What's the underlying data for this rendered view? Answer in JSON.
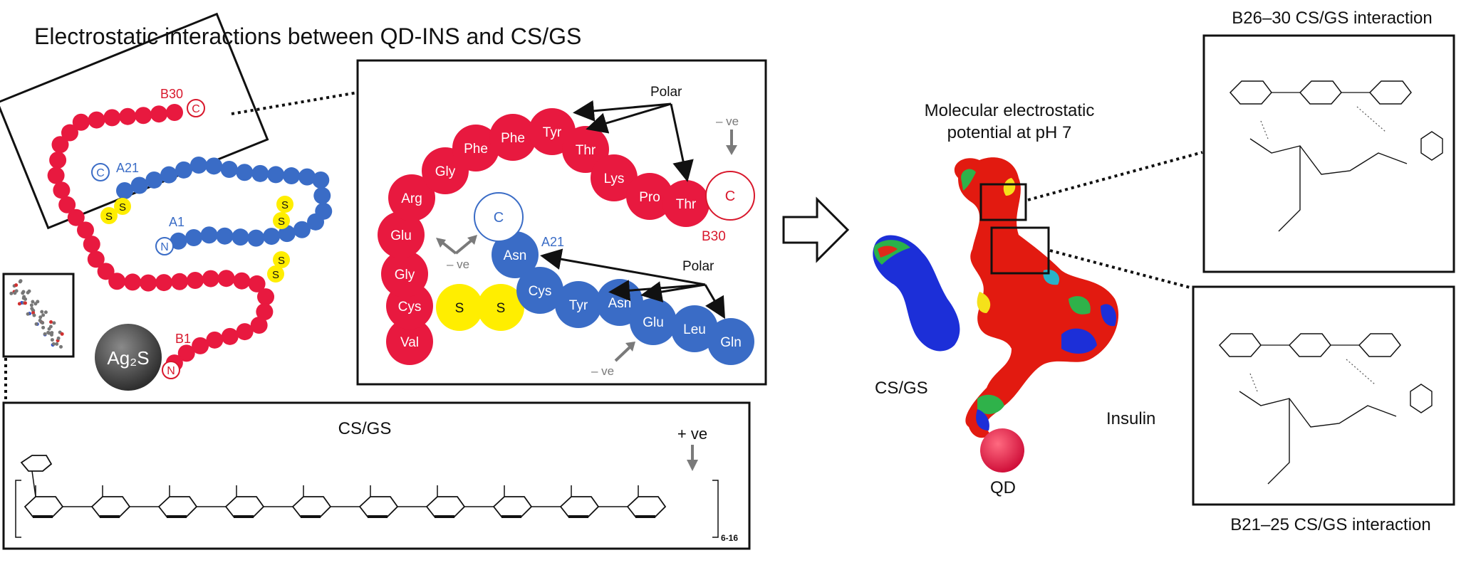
{
  "main_title": "Electrostatic interactions between QD-INS and CS/GS",
  "colors": {
    "red": "#e8193f",
    "blue": "#3a6cc6",
    "yellow": "#ffee00",
    "gray": "#7a7a7a",
    "labelblue": "#3a6cc6",
    "labelred": "#d8182c"
  },
  "overview": {
    "b30": "B30",
    "a21": "A21",
    "a1": "A1",
    "b1": "B1",
    "c": "C",
    "n": "N",
    "s": "S",
    "qd": "Ag₂S"
  },
  "zoom": {
    "polar_top": "Polar",
    "polar_bottom": "Polar",
    "neg_top": "– ve",
    "neg_left": "– ve",
    "neg_bottom": "– ve",
    "b30": "B30",
    "a21": "A21",
    "c": "C",
    "red_residues": [
      "Val",
      "Cys",
      "Gly",
      "Glu",
      "Arg",
      "Gly",
      "Phe",
      "Phe",
      "Tyr",
      "Thr",
      "Lys",
      "Pro",
      "Thr"
    ],
    "blue_residues": [
      "Asn",
      "Cys",
      "Tyr",
      "Asn",
      "Glu",
      "Leu",
      "Gln"
    ],
    "s": "S"
  },
  "csgs": {
    "title": "CS/GS",
    "pos": "+ ve",
    "repeat": "6-16"
  },
  "mep": {
    "title_line1": "Molecular electrostatic",
    "title_line2": "potential at pH 7",
    "csgs": "CS/GS",
    "insulin": "Insulin",
    "qd": "QD"
  },
  "interactions": {
    "top": "B26–30 CS/GS interaction",
    "bottom": "B21–25 CS/GS interaction"
  }
}
